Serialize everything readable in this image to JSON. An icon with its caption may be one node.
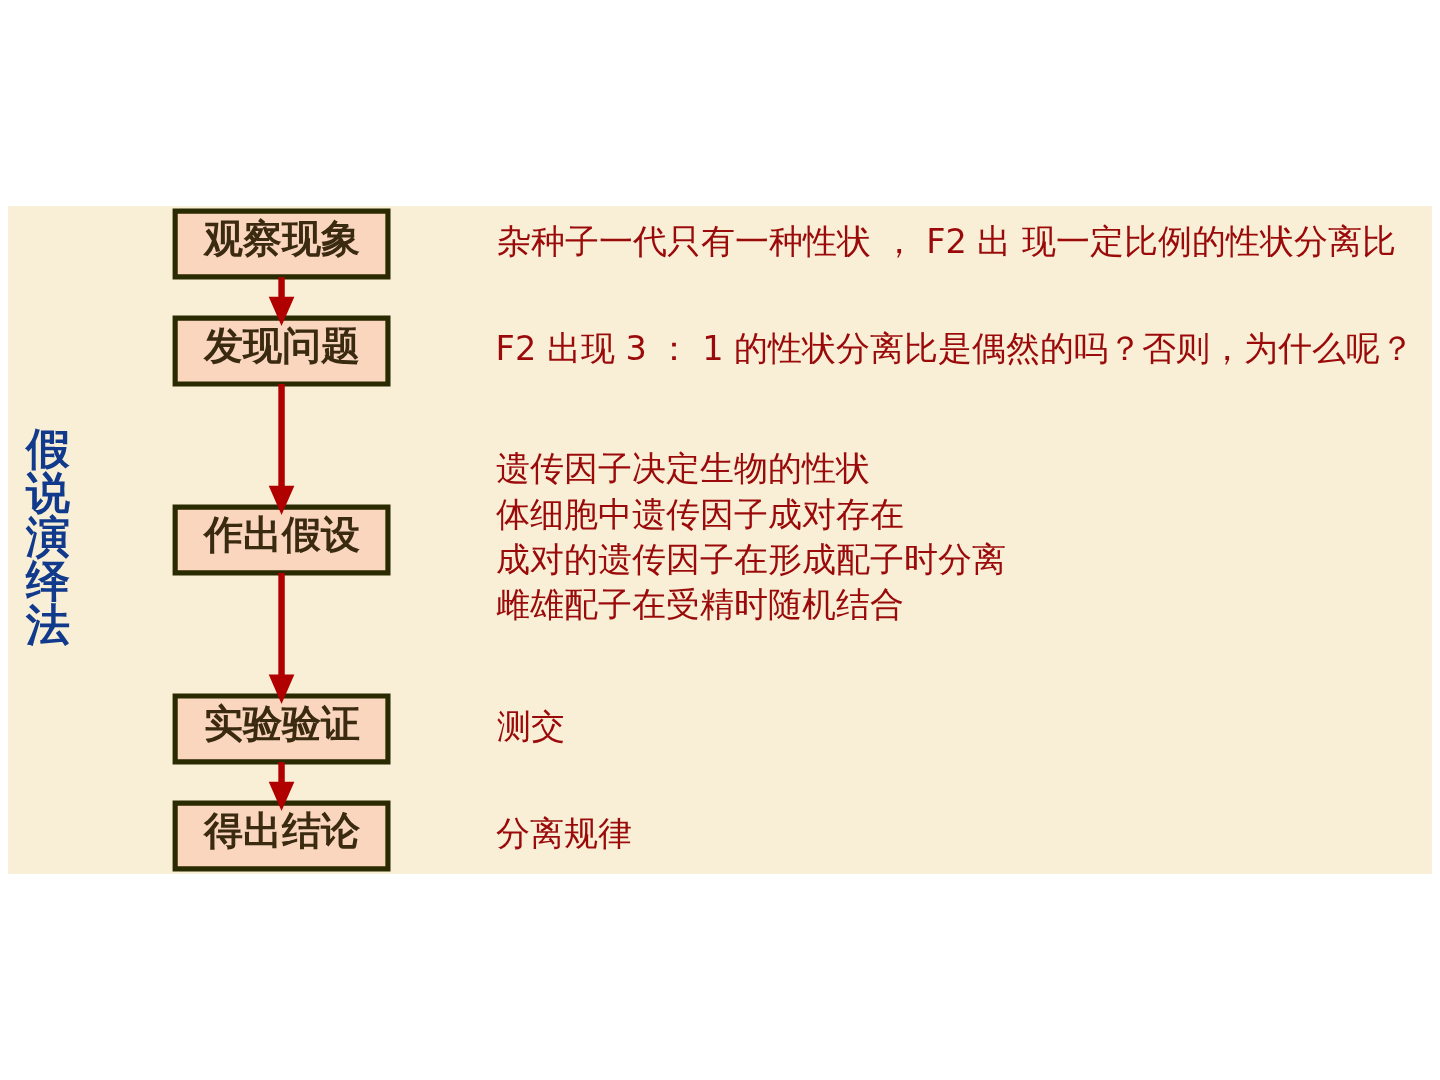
{
  "diagram": {
    "nodes": [
      {
        "text": [
          "观察现象"
        ],
        "beside": [
          "杂种子一代只有一种性状 ， F2 出 现一定比例的性状分离比"
        ]
      },
      {
        "text": [
          "发现问题"
        ],
        "beside": [
          "F2 出现 3 ： 1 的性状分离比是偶然的吗？否则，为什么呢？"
        ]
      },
      {
        "text": [
          "作出假设"
        ],
        "beside": [
          "遗传因子决定生物的性状",
          "体细胞中遗传因子成对存在",
          "成对的遗传因子在形成配子时分离",
          "雌雄配子在受精时随机结合"
        ]
      },
      {
        "text": [
          "实验验证"
        ],
        "beside": [
          "测交"
        ]
      },
      {
        "text": [
          "得出结论"
        ],
        "beside": [
          "分离规律"
        ]
      }
    ],
    "edges": [
      {
        "from": 0,
        "to": 1,
        "arrow": "to"
      },
      {
        "from": 1,
        "to": 2,
        "arrow": "to"
      },
      {
        "from": 2,
        "to": 3,
        "arrow": "to"
      },
      {
        "from": 3,
        "to": 4,
        "arrow": "to"
      }
    ],
    "labels": [
      "假说演绎法"
    ]
  }
}
